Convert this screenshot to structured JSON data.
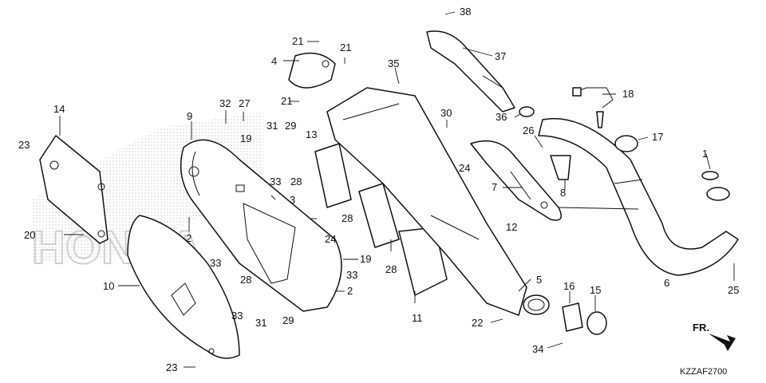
{
  "diagram": {
    "watermark": "HONDA",
    "drawing_code": "KZZAF2700",
    "front_marker": "FR.",
    "callouts": [
      "38",
      "37",
      "21",
      "21",
      "4",
      "21",
      "35",
      "36",
      "18",
      "30",
      "26",
      "17",
      "14",
      "32",
      "27",
      "9",
      "31",
      "29",
      "19",
      "13",
      "23",
      "24",
      "1",
      "7",
      "8",
      "3",
      "33",
      "28",
      "20",
      "2",
      "28",
      "12",
      "24",
      "33",
      "19",
      "28",
      "6",
      "25",
      "10",
      "28",
      "33",
      "5",
      "16",
      "15",
      "2",
      "33",
      "31",
      "29",
      "11",
      "22",
      "34",
      "23"
    ]
  }
}
